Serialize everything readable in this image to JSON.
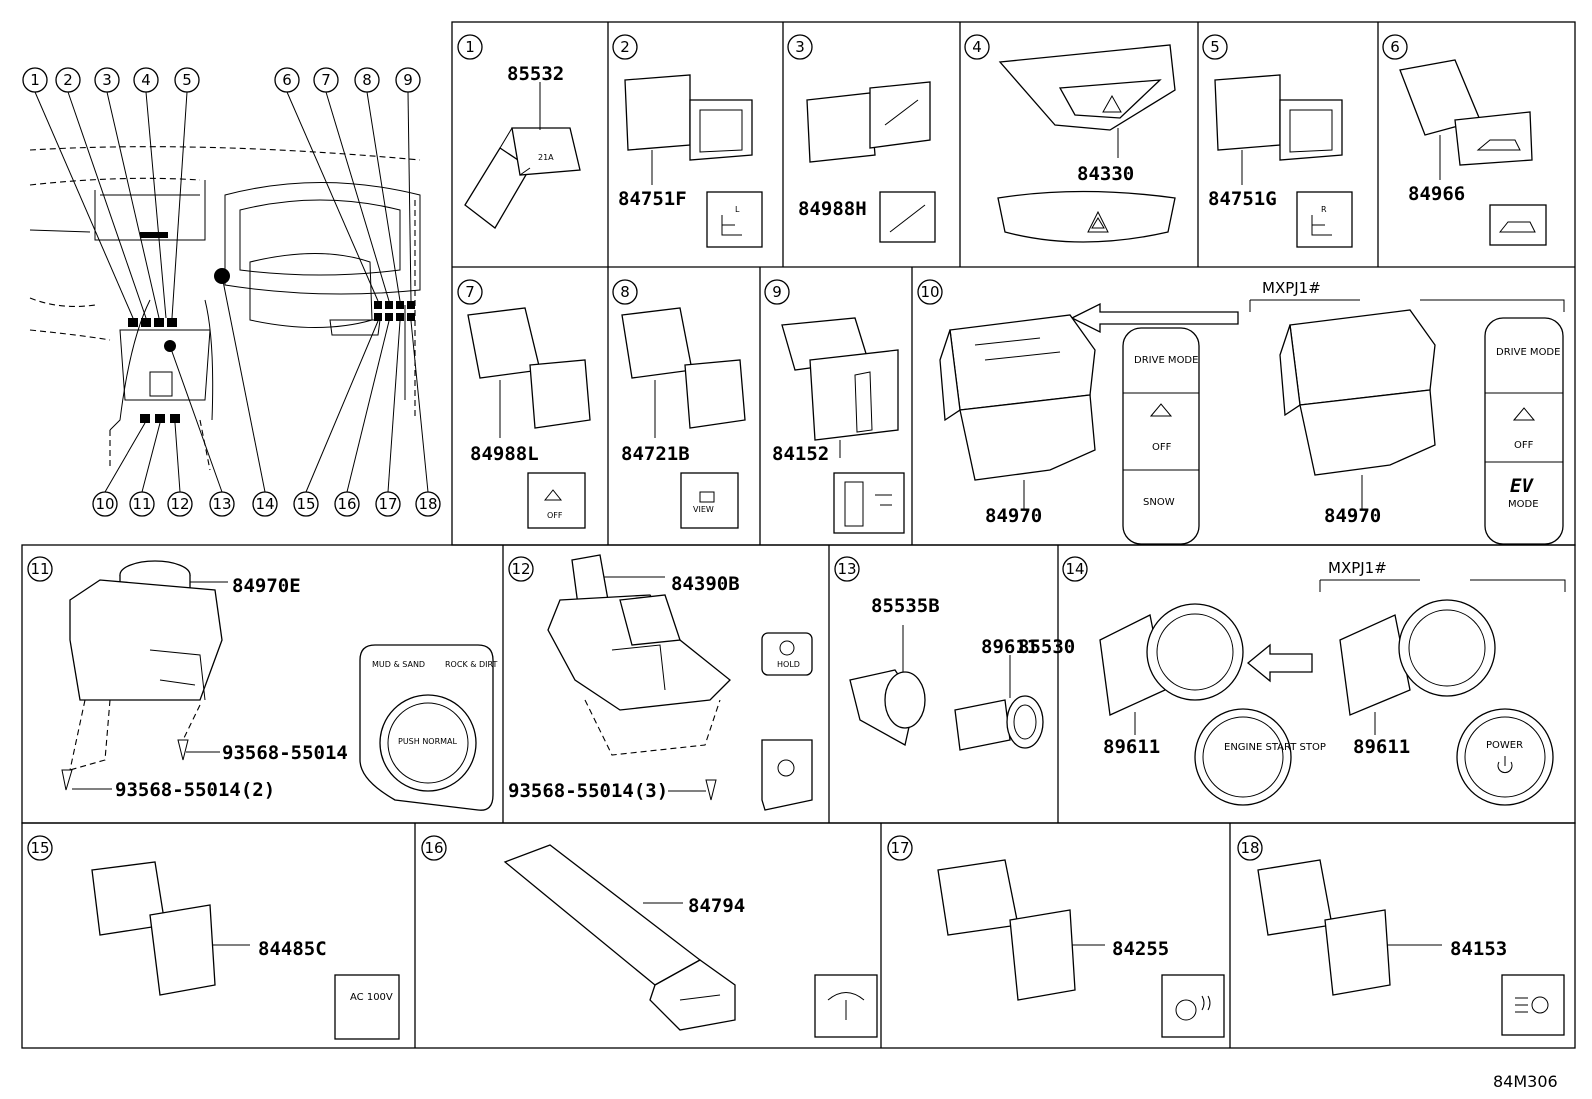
{
  "diagram_code": "84M306",
  "overview": {
    "callouts_top": [
      "1",
      "2",
      "3",
      "4",
      "5",
      "6",
      "7",
      "8",
      "9"
    ],
    "callouts_bottom": [
      "10",
      "11",
      "12",
      "13",
      "14",
      "15",
      "16",
      "17",
      "18"
    ]
  },
  "panels": [
    {
      "num": "1",
      "part": "85532",
      "icon_text": "21A"
    },
    {
      "num": "2",
      "part": "84751F",
      "icon_text": "L"
    },
    {
      "num": "3",
      "part": "84988H"
    },
    {
      "num": "4",
      "part": "84330"
    },
    {
      "num": "5",
      "part": "84751G",
      "icon_text": "R"
    },
    {
      "num": "6",
      "part": "84966"
    },
    {
      "num": "7",
      "part": "84988L",
      "icon_text": "OFF"
    },
    {
      "num": "8",
      "part": "84721B",
      "icon_text": "VIEW"
    },
    {
      "num": "9",
      "part": "84152"
    },
    {
      "num": "10",
      "part": "84970",
      "part2": "84970",
      "variant": "MXPJ1#",
      "left_switch": [
        "DRIVE MODE",
        "OFF",
        "SNOW"
      ],
      "right_switch": [
        "DRIVE MODE",
        "OFF",
        "EV",
        "MODE"
      ]
    },
    {
      "num": "11",
      "part": "84970E",
      "screw1": "93568-55014",
      "screw2": "93568-55014(2)",
      "dial": {
        "tl": "MUD & SAND",
        "tr": "ROCK & DIRT",
        "center": "PUSH NORMAL"
      }
    },
    {
      "num": "12",
      "part": "84390B",
      "screw": "93568-55014(3)",
      "icon_text": "HOLD"
    },
    {
      "num": "13",
      "part": "85535B",
      "part2": "85530"
    },
    {
      "num": "14",
      "part": "89611",
      "part2": "89611",
      "variant": "MXPJ1#",
      "left_button": "ENGINE START STOP",
      "right_button": "POWER"
    },
    {
      "num": "15",
      "part": "84485C",
      "icon_text": "AC 100V"
    },
    {
      "num": "16",
      "part": "84794"
    },
    {
      "num": "17",
      "part": "84255"
    },
    {
      "num": "18",
      "part": "84153"
    }
  ]
}
